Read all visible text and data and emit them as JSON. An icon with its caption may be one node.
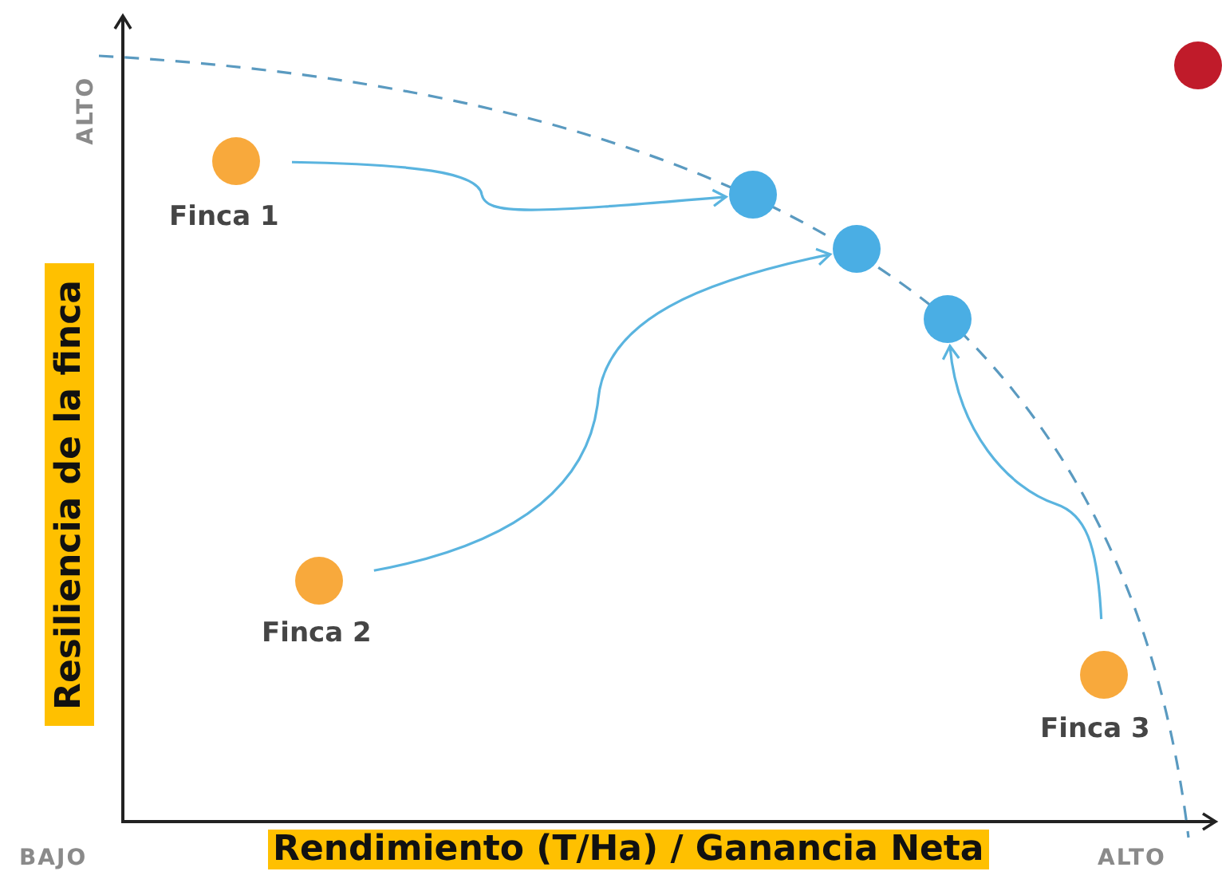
{
  "diagram": {
    "nodes": [
      {
        "text": [
          "Finca 1"
        ]
      },
      {
        "text": [],
        "shape": "circle"
      },
      {
        "text": [],
        "shape": "circle"
      },
      {
        "text": [],
        "shape": "circle"
      },
      {
        "text": [],
        "shape": "circle"
      },
      {
        "text": [
          "Finca 2"
        ]
      },
      {
        "text": [
          "Finca 3"
        ]
      }
    ],
    "edges": [
      {
        "from": 0,
        "to": 1,
        "arrow": "to"
      },
      {
        "from": 5,
        "to": 2,
        "arrow": "to"
      },
      {
        "from": 6,
        "to": 3,
        "arrow": "to"
      }
    ],
    "labels": [
      "ALTO",
      "Resiliencia de la finca",
      "BAJO",
      "Rendimiento (T/Ha) / Ganancia Neta",
      "ALTO"
    ]
  }
}
